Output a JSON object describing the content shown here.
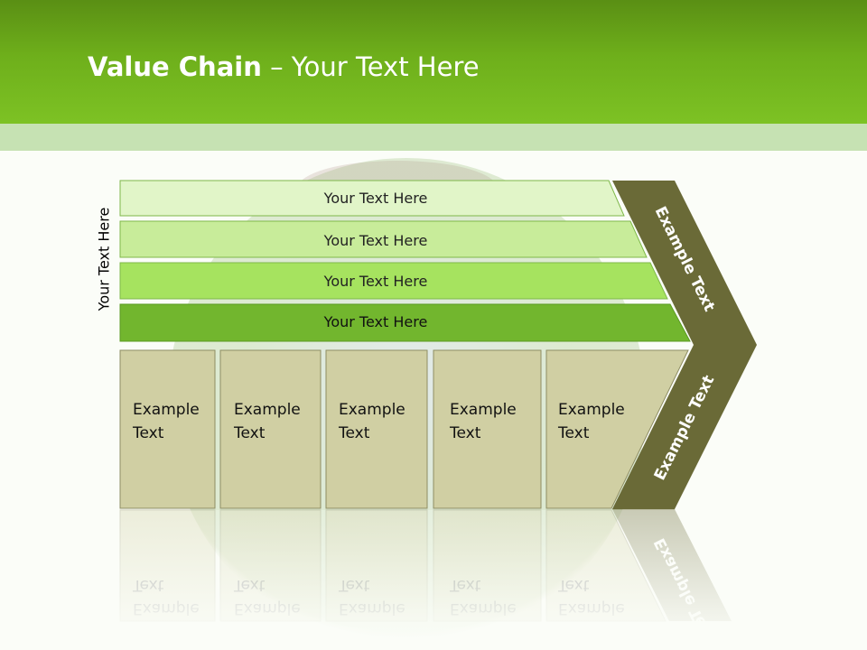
{
  "title": {
    "bold": "Value Chain",
    "rest": " – Your Text Here"
  },
  "side_label": "Your Text Here",
  "bands": [
    {
      "label": "Your Text Here",
      "color": "#e1f5c8"
    },
    {
      "label": "Your Text Here",
      "color": "#c8ec9a"
    },
    {
      "label": "Your Text Here",
      "color": "#a6e35f"
    },
    {
      "label": "Your Text Here",
      "color": "#72b62e"
    }
  ],
  "boxes": [
    {
      "line1": "Example",
      "line2": "Text"
    },
    {
      "line1": "Example",
      "line2": "Text"
    },
    {
      "line1": "Example",
      "line2": "Text"
    },
    {
      "line1": "Example",
      "line2": "Text"
    },
    {
      "line1": "Example",
      "line2": "Text"
    }
  ],
  "chevron": {
    "upper_label": "Example Text",
    "lower_label": "Example Text",
    "color": "#6a6a37"
  },
  "colors": {
    "header": "#6eaf1b",
    "box_fill": "#d0cfa3",
    "box_stroke": "#8e8d63"
  }
}
